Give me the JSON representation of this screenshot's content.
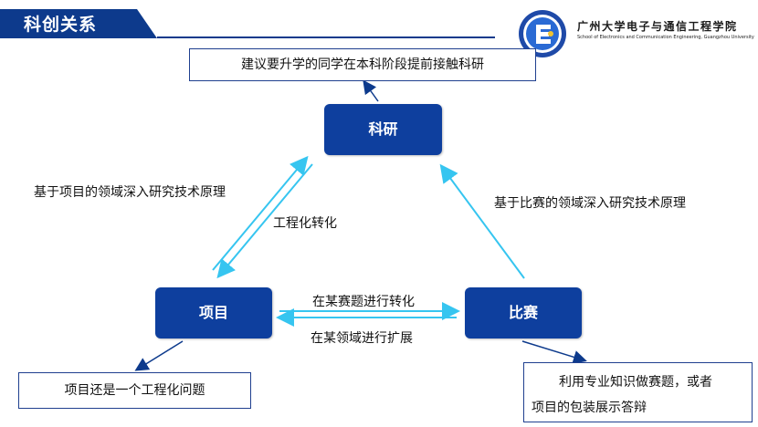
{
  "header": {
    "title": "科创关系"
  },
  "university": {
    "name_cn": "广州大学电子与通信工程学院",
    "name_en": "School of Electronics and Communication Engineering, Guangzhou University"
  },
  "nodes": {
    "research": "科研",
    "project": "项目",
    "contest": "比赛"
  },
  "notes": {
    "top": "建议要升学的同学在本科阶段提前接触科研",
    "left": "项目还是一个工程化问题",
    "right_line1": "利用专业知识做赛题，或者",
    "right_line2": "项目的包装展示答辩"
  },
  "labels": {
    "project_to_research": "基于项目的领域深入研究技术原理",
    "engineering": "工程化转化",
    "contest_to_research": "基于比赛的领域深入研究技术原理",
    "project_to_contest": "在某赛题进行转化",
    "contest_to_project": "在某领域进行扩展"
  },
  "colors": {
    "navy": "#0d3a8c",
    "node_blue": "#0e3f9e",
    "arrow_cyan": "#36c5f0"
  }
}
